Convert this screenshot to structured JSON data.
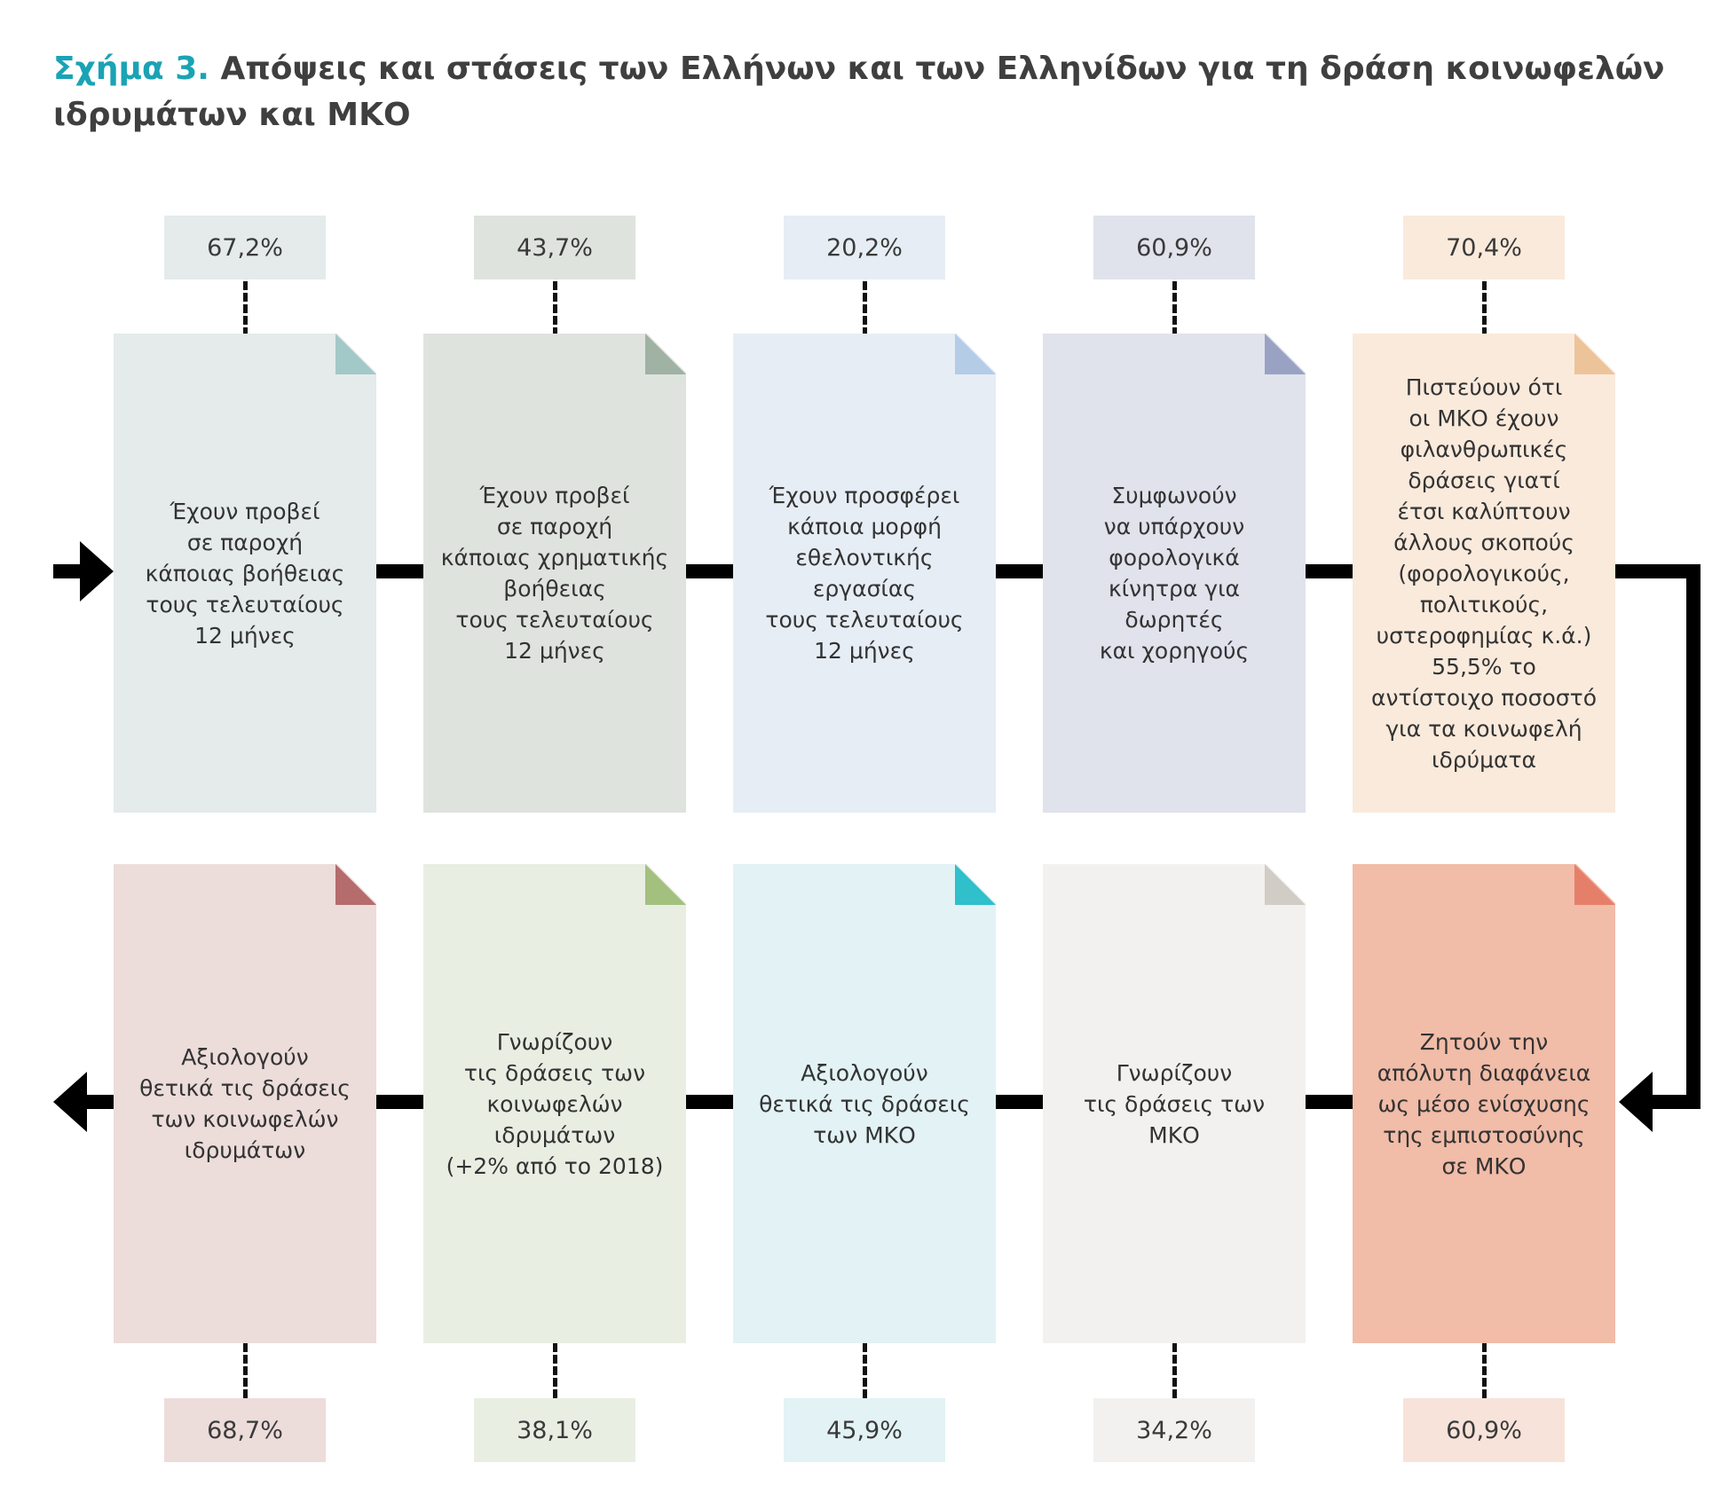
{
  "title": {
    "label": "Σχήμα 3.",
    "text": "Απόψεις και στάσεις των Ελλήνων και των Ελληνίδων για τη δράση κοινωφελών ιδρυμάτων και ΜΚΟ"
  },
  "top_row": [
    {
      "value": "67,2%",
      "text": "Έχουν προβεί\nσε παροχή\nκάποιας βοήθειας\nτους τελευταίους\n12 μήνες",
      "card_color": "#e4ebea",
      "fold_color": "#a2c8c8",
      "pct_color": "#e4ebea"
    },
    {
      "value": "43,7%",
      "text": "Έχουν προβεί\nσε παροχή\nκάποιας χρηματικής\nβοήθειας\nτους τελευταίους\n12 μήνες",
      "card_color": "#dfe3de",
      "fold_color": "#9fb2a4",
      "pct_color": "#dfe3de"
    },
    {
      "value": "20,2%",
      "text": "Έχουν προσφέρει\nκάποια μορφή\nεθελοντικής\nεργασίας\nτους τελευταίους\n12 μήνες",
      "card_color": "#e6edf5",
      "fold_color": "#b4cce6",
      "pct_color": "#e6edf5"
    },
    {
      "value": "60,9%",
      "text": "Συμφωνούν\nνα υπάρχουν\nφορολογικά\nκίνητρα για\nδωρητές\nκαι χορηγούς",
      "card_color": "#e0e2ec",
      "fold_color": "#9aa2c4",
      "pct_color": "#e0e2ec"
    },
    {
      "value": "70,4%",
      "text": "Πιστεύουν ότι\nοι ΜΚΟ έχουν\nφιλανθρωπικές\nδράσεις γιατί\nέτσι καλύπτουν\nάλλους σκοπούς\n(φορολογικούς,\nπολιτικούς,\nυστεροφημίας κ.ά.)\n55,5% το\nαντίστοιχο ποσοστό\nγια τα κοινωφελή\nιδρύματα",
      "card_color": "#faeadc",
      "fold_color": "#edc49a",
      "pct_color": "#faeadc"
    }
  ],
  "bottom_row": [
    {
      "value": "68,7%",
      "text": "Αξιολογούν\nθετικά τις δράσεις\nτων κοινωφελών\nιδρυμάτων",
      "card_color": "#ecdcda",
      "fold_color": "#b46c6c",
      "pct_color": "#ecdcda"
    },
    {
      "value": "38,1%",
      "text": "Γνωρίζουν\nτις δράσεις των\nκοινωφελών\nιδρυμάτων\n(+2% από το 2018)",
      "card_color": "#e9eee3",
      "fold_color": "#a3c07e",
      "pct_color": "#e9eee3"
    },
    {
      "value": "45,9%",
      "text": "Αξιολογούν\nθετικά τις δράσεις\nτων ΜΚΟ",
      "card_color": "#e2f2f5",
      "fold_color": "#2fc0cb",
      "pct_color": "#e2f2f5"
    },
    {
      "value": "34,2%",
      "text": "Γνωρίζουν\nτις δράσεις των\nΜΚΟ",
      "card_color": "#f2f1f0",
      "fold_color": "#d2ccc6",
      "pct_color": "#f2f1f0"
    },
    {
      "value": "60,9%",
      "text": "Ζητούν την\nαπόλυτη διαφάνεια\nως μέσο ενίσχυσης\nτης εμπιστοσύνης\nσε ΜΚΟ",
      "card_color": "#f1bca8",
      "fold_color": "#e57f6a",
      "pct_color": "#f8e3da"
    }
  ]
}
